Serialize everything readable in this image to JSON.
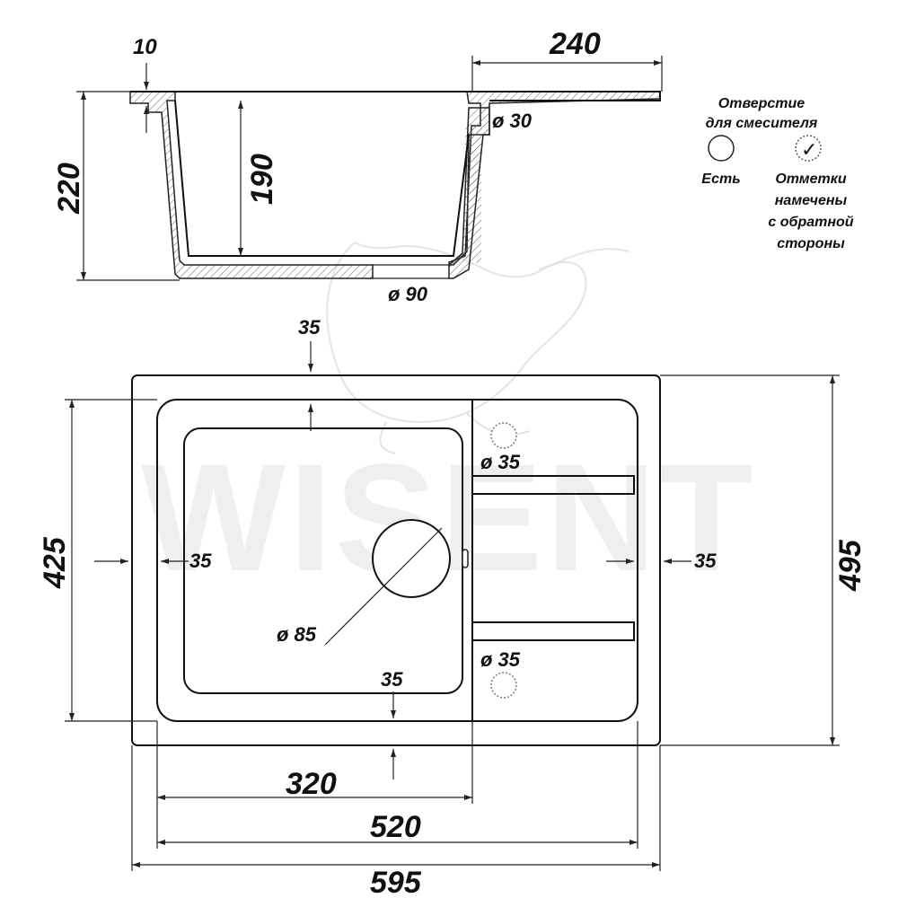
{
  "brand": "WISENT",
  "legend": {
    "title_line1": "Отверстие",
    "title_line2": "для смесителя",
    "option_exists": "Есть",
    "option_marked_line1": "Отметки",
    "option_marked_line2": "намечены",
    "option_marked_line3": "с обратной",
    "option_marked_line4": "стороны",
    "check_mark": "✓"
  },
  "side_view": {
    "rim_thickness": "10",
    "total_height": "220",
    "bowl_depth": "190",
    "drainboard_length": "240",
    "tap_hole_diameter": "ø 30",
    "drain_diameter": "ø 90"
  },
  "top_view": {
    "top_margin": "35",
    "left_margin": "35",
    "right_margin": "35",
    "bottom_margin": "35",
    "inner_depth": "425",
    "outer_depth": "495",
    "bowl_width": "320",
    "inner_width": "520",
    "outer_width": "595",
    "drain_diameter": "ø 85",
    "tap_hole_top": "ø 35",
    "tap_hole_bottom": "ø 35"
  }
}
